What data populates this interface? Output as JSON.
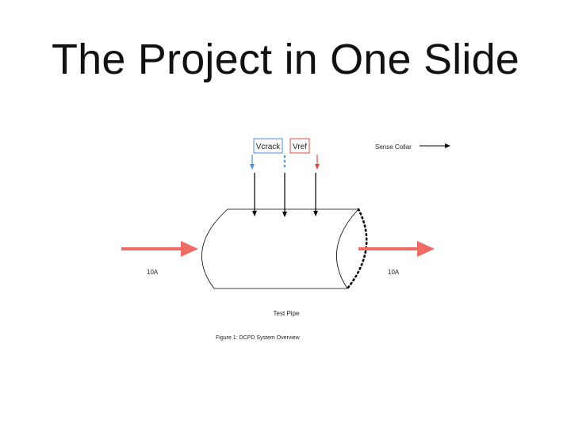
{
  "slide": {
    "title": "The Project in One Slide"
  },
  "diagram": {
    "labels": {
      "vcrack": "Vcrack",
      "vref": "Vref",
      "sense_collar": "Sense Collar",
      "current_in": "10A",
      "current_out": "10A",
      "test_pipe": "Test Pipe",
      "caption": "Figure 1: DCPD System Overview"
    },
    "colors": {
      "vcrack": "#4a90d9",
      "vref": "#e04b45",
      "current_arrow": "#f06b66",
      "line": "#000000"
    },
    "icons": [
      "current-in-arrow-icon",
      "current-out-arrow-icon",
      "probe-arrow-icon",
      "sense-collar-arrow-icon"
    ]
  }
}
